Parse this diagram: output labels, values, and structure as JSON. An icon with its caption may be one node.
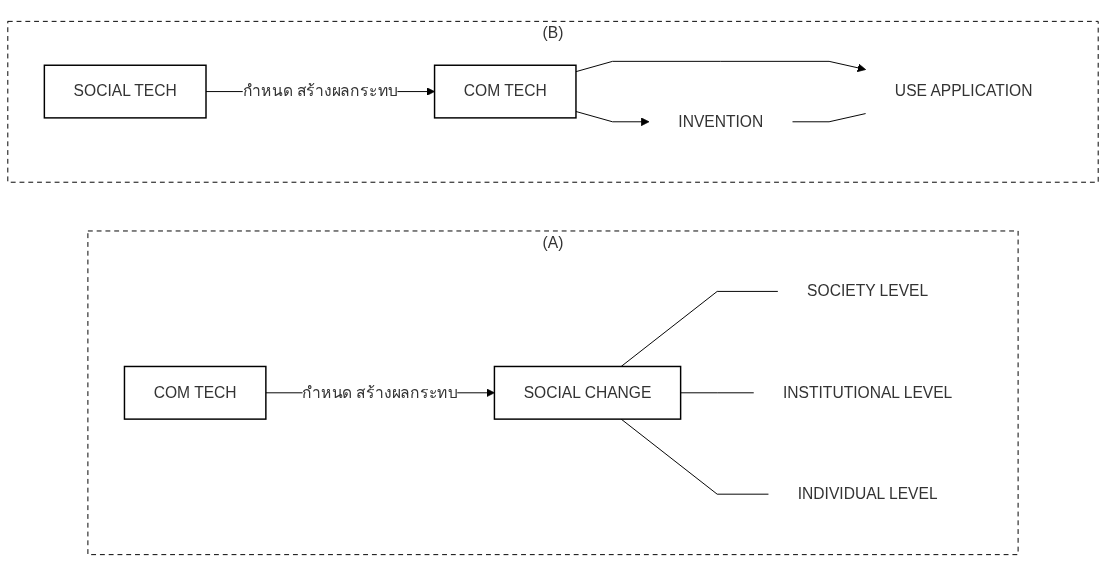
{
  "diagram": {
    "nodes": [
      {
        "text": [
          "(A)"
        ]
      },
      {
        "text": [
          "COM TECH"
        ],
        "in": 0
      },
      {
        "text": [
          "SOCIAL CHANGE"
        ],
        "in": 0
      },
      {
        "text": [
          "SOCIETY LEVEL"
        ],
        "in": 0
      },
      {
        "text": [
          "INSTITUTIONAL LEVEL"
        ],
        "in": 0
      },
      {
        "text": [
          "INDIVIDUAL LEVEL"
        ],
        "in": 0
      },
      {
        "text": [
          "(B)"
        ]
      },
      {
        "text": [
          "SOCIAL TECH"
        ],
        "in": 6
      },
      {
        "text": [
          "COM TECH"
        ],
        "in": 6
      },
      {
        "text": [
          "INVENTION"
        ],
        "in": 6
      },
      {
        "text": [
          "USE APPLICATION"
        ],
        "in": 6
      }
    ],
    "edges": [
      {
        "from": 1,
        "to": 2,
        "arrow": "to",
        "label": "กำหนด สร้างผลกระทบ"
      },
      {
        "from": 2,
        "to": 3,
        "arrow": "none"
      },
      {
        "from": 2,
        "to": 4,
        "arrow": "none"
      },
      {
        "from": 2,
        "to": 5,
        "arrow": "none"
      },
      {
        "from": 7,
        "to": 8,
        "arrow": "to",
        "label": "กำหนด สร้างผลกระทบ"
      },
      {
        "from": 8,
        "to": 9,
        "arrow": "to"
      },
      {
        "from": 8,
        "to": 10,
        "arrow": "to"
      },
      {
        "from": 9,
        "to": 10,
        "arrow": "none"
      }
    ]
  }
}
